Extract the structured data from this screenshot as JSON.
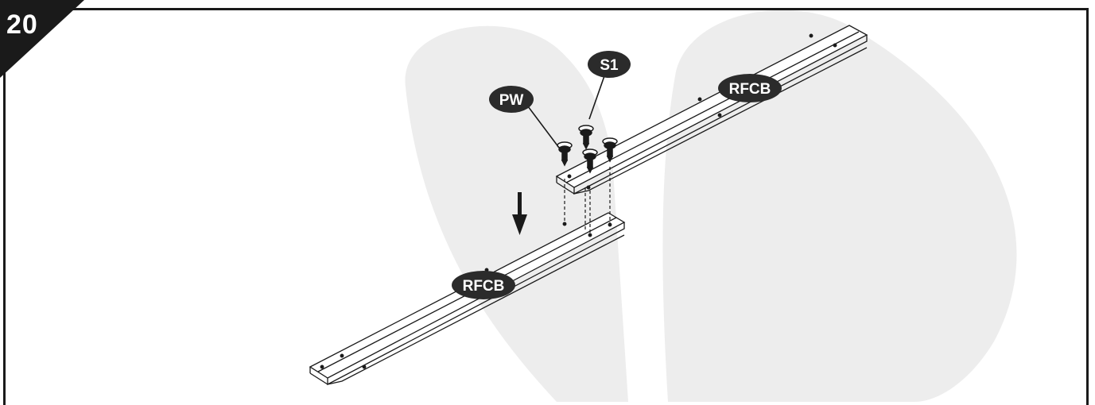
{
  "step": {
    "number": "20"
  },
  "labels": {
    "pw": "PW",
    "s1": "S1",
    "rfcb_top": "RFCB",
    "rfcb_bottom": "RFCB"
  },
  "colors": {
    "watermark": "#ececec",
    "ink": "#1a1a1a",
    "label_fill": "#2b2b2b"
  },
  "icons": [
    "down-arrow-icon",
    "screw-icon",
    "washer-icon"
  ]
}
